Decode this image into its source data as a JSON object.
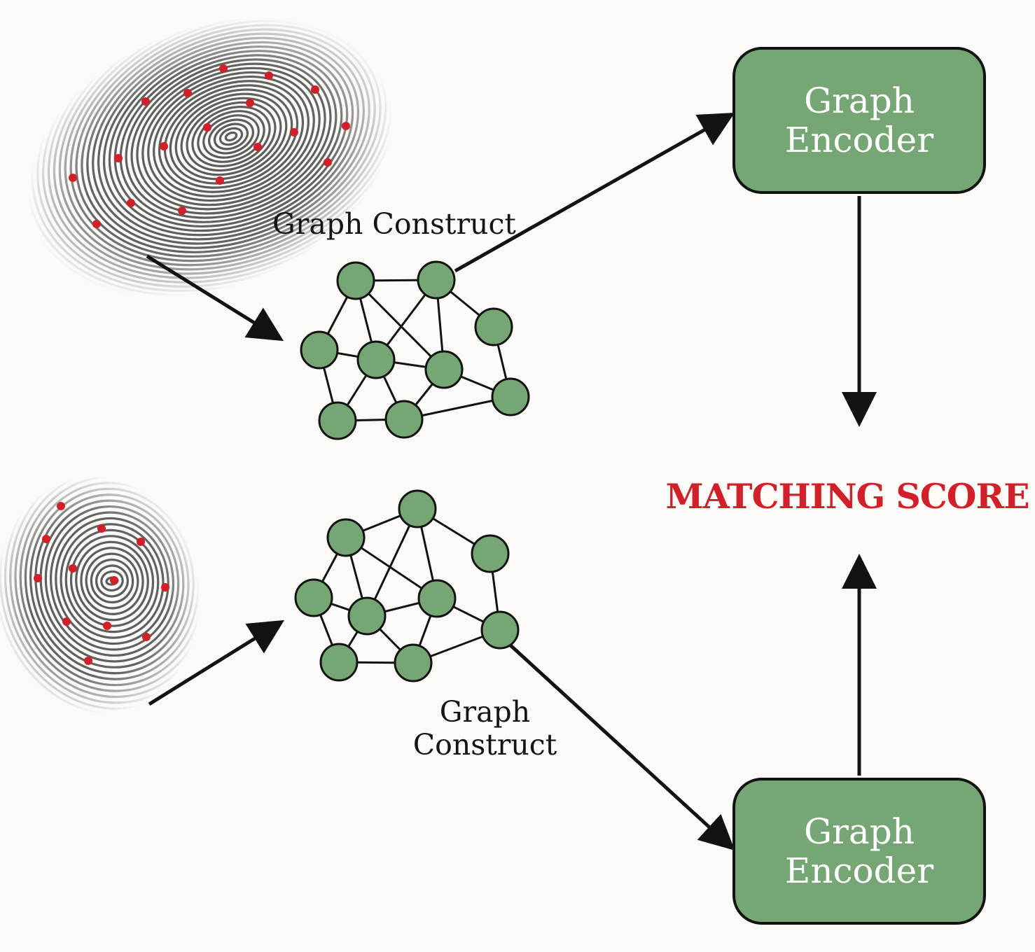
{
  "labels": {
    "graph_construct_top": "Graph Construct",
    "graph_construct_bottom": "Graph Construct",
    "graph_encoder_top": "Graph Encoder",
    "graph_encoder_bottom": "Graph Encoder",
    "matching_score": "MATCHING SCORE"
  },
  "colors": {
    "background": "#fcfaf6",
    "node_fill": "#76a674",
    "encoder_fill": "#76a674",
    "minutia_point": "#d1202a",
    "matching_score_text": "#d1202a",
    "stroke": "#121212"
  },
  "icons": {
    "fingerprint_top": "fingerprint-icon",
    "fingerprint_bottom": "fingerprint-icon"
  }
}
